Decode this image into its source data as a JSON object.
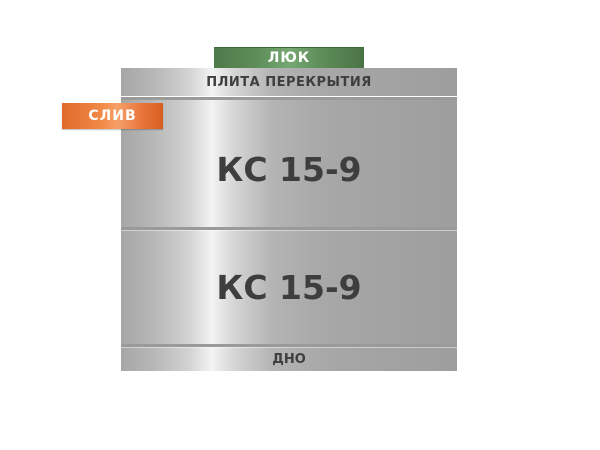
{
  "diagram": {
    "hatch_label": "ЛЮК",
    "drain_label": "СЛИВ",
    "slab_label": "ПЛИТА ПЕРЕКРЫТИЯ",
    "rings": [
      {
        "label": "КС 15-9"
      },
      {
        "label": "КС 15-9"
      }
    ],
    "bottom_label": "ДНО"
  },
  "colors": {
    "hatch": "#5f8f5a",
    "drain": "#f28a48",
    "concrete": "#b8b8b8",
    "text": "#3e3e3e"
  }
}
